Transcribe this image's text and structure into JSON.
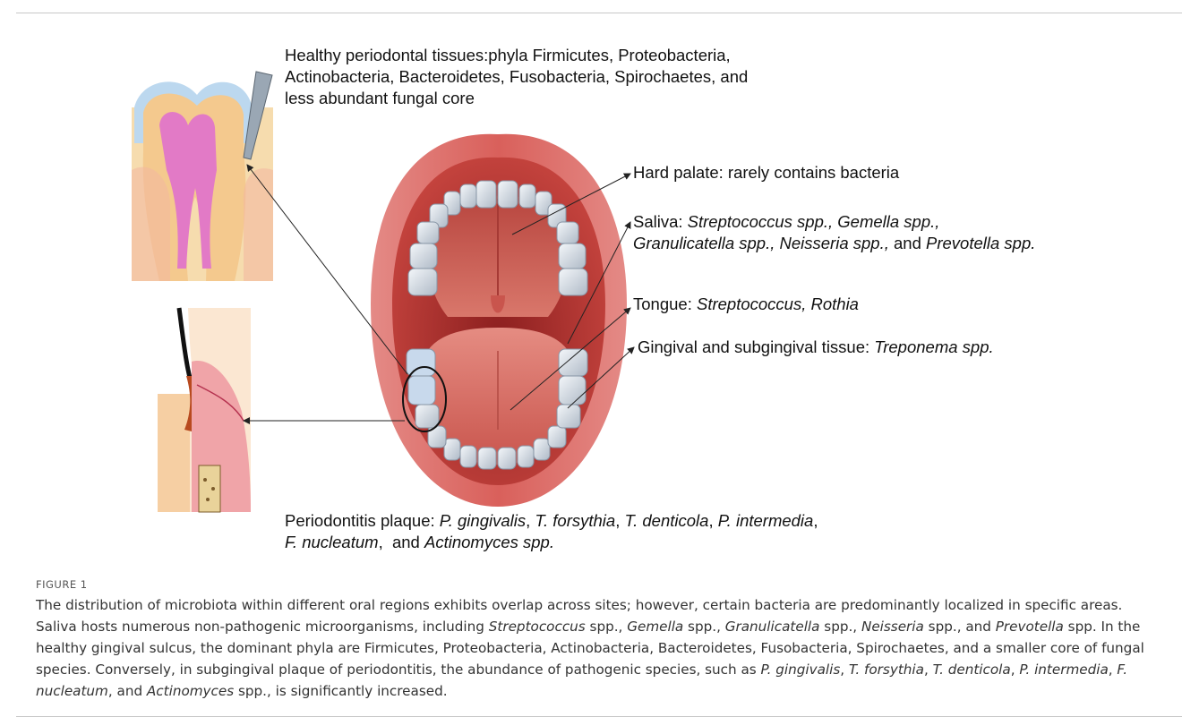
{
  "labels": {
    "healthy": {
      "line1": "Healthy periodontal tissues:phyla Firmicutes, Proteobacteria,",
      "line2": "Actinobacteria, Bacteroidetes, Fusobacteria, Spirochaetes, and",
      "line3": "less abundant fungal core"
    },
    "hard_palate": "Hard palate: rarely contains bacteria",
    "saliva": {
      "prefix": "Saliva: ",
      "sp1": "Streptococcus spp., Gemella spp.,",
      "sp2": "Granulicatella spp., Neisseria spp.,",
      "and": " and ",
      "sp3": "Prevotella spp."
    },
    "tongue": {
      "prefix": "Tongue: ",
      "species": "Streptococcus, Rothia"
    },
    "gingival": {
      "prefix": "Gingival and subgingival tissue: ",
      "species": "Treponema spp."
    },
    "periodontitis": {
      "prefix": "Periodontitis plaque: ",
      "sp1": "P. gingivalis",
      "c1": ", ",
      "sp2": "T. forsythia",
      "c2": ", ",
      "sp3": "T. denticola",
      "c3": ", ",
      "sp4": "P. intermedia",
      "c4": ",",
      "sp5": "F. nucleatum",
      "c5": ",  and ",
      "sp6": "Actinomyces spp."
    }
  },
  "figure_label": "FIGURE 1",
  "caption": {
    "t1": "The distribution of microbiota within different oral regions exhibits overlap across sites; however, certain bacteria are predominantly localized in specific areas. Saliva hosts numerous non-pathogenic microorganisms, including ",
    "i1": "Streptococcus",
    "t2": " spp., ",
    "i2": "Gemella",
    "t3": " spp., ",
    "i3": "Granulicatella",
    "t4": " spp., ",
    "i4": "Neisseria",
    "t5": " spp., and ",
    "i5": "Prevotella",
    "t6": " spp. In the healthy gingival sulcus, the dominant phyla are Firmicutes, Proteobacteria, Actinobacteria, Bacteroidetes, Fusobacteria, Spirochaetes, and a smaller core of fungal species. Conversely, in subgingival plaque of periodontitis, the abundance of pathogenic species, such as ",
    "i6": "P. gingivalis",
    "t7": ", ",
    "i7": "T. forsythia",
    "t8": ", ",
    "i8": "T. denticola",
    "t9": ", ",
    "i9": "P. intermedia",
    "t10": ", ",
    "i10": "F. nucleatum",
    "t11": ", and ",
    "i11": "Actinomyces",
    "t12": " spp., is significantly increased."
  },
  "colors": {
    "lip": "#d9635f",
    "mouth_inside": "#c2413c",
    "palate": "#cf6a5f",
    "tongue": "#d8766c",
    "tooth": "#dfe6ee",
    "enamel_blue": "#b8d4ee",
    "dentin": "#f4c98e",
    "pulp": "#e27ac6",
    "gum": "#f0a4a8",
    "arrow": "#222222"
  }
}
